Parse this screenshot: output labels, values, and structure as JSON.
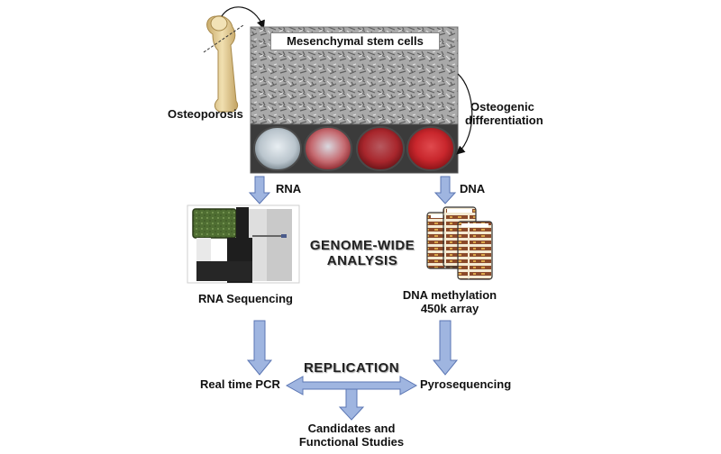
{
  "labels": {
    "mesenchymal_stem_cells": "Mesenchymal stem cells",
    "osteoporosis": "Osteoporosis",
    "osteogenic_line1": "Osteogenic",
    "osteogenic_line2": "differentiation",
    "rna": "RNA",
    "dna": "DNA",
    "genome_wide_line1": "GENOME-WIDE",
    "genome_wide_line2": "ANALYSIS",
    "rna_sequencing": "RNA Sequencing",
    "dna_methylation_line1": "DNA methylation",
    "dna_methylation_line2": "450k array",
    "replication": "REPLICATION",
    "real_time_pcr": "Real time PCR",
    "pyrosequencing": "Pyrosequencing",
    "candidates_line1": "Candidates and",
    "candidates_line2": "Functional Studies"
  },
  "colors": {
    "arrow_fill": "#9fb5e0",
    "arrow_stroke": "#5b76b3",
    "well_red": "#c8262c",
    "sequencer_green": "#5a7a3a",
    "array_brown": "#8b4a2a",
    "bone": "#e4cf9c"
  },
  "icons": [
    "bone-icon",
    "cell-culture-image",
    "stained-wells-image",
    "sequencer-icon",
    "methylation-array-icon"
  ]
}
